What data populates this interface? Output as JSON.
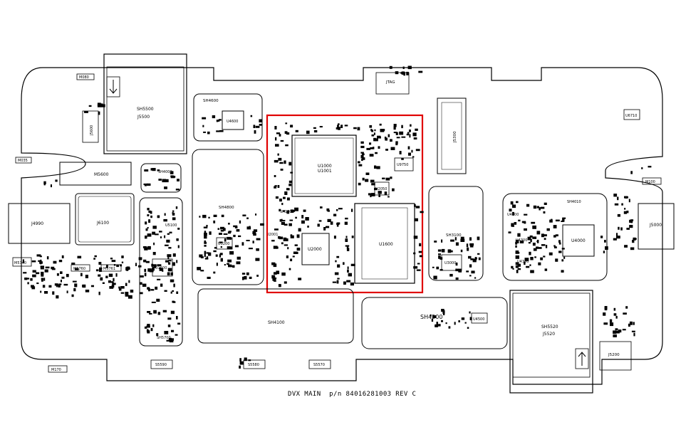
{
  "caption": "DVX MAIN  p/n 84016281003 REV C",
  "highlight_color": "#e00000",
  "labels": {
    "SH5500": "SH5500",
    "J5500": "J5500",
    "J5600": "J5600",
    "SH4600": "SH4600",
    "U4600": "U4600",
    "M5600": "M5600",
    "SH4000": "SH4000",
    "J4990": "J4990",
    "J6100": "J6100",
    "SH4800": "SH4800",
    "U3200": "U3200",
    "U1000": "U1000",
    "U1001": "U1001",
    "U9750": "U9750",
    "U2050": "U2050",
    "SH1000": "SH1000",
    "U2000": "U2000",
    "U1600": "U1600",
    "U2001": "U2001",
    "J5300": "J5300",
    "JTAG": "JTAG",
    "SH3100": "SH3100",
    "U3000": "U3000",
    "U4200": "U4200",
    "SH4010": "SH4010",
    "U4300": "U4300",
    "U4000": "U4000",
    "U4350": "U4350",
    "J5000": "J5000",
    "SH4100": "SH4100",
    "SH4500": "SH4500",
    "U4500": "U4500",
    "SH5520": "SH5520",
    "J5520": "J5520",
    "J5200": "J5200",
    "U1500": "U1500",
    "U5100": "U5100",
    "SH5700": "SH5700",
    "S5590": "S5590",
    "S5580": "S5580",
    "S5570": "S5570",
    "M5740": "M5740",
    "M5760": "M5760",
    "M5761": "M5761",
    "M080": "M080",
    "M035": "M035",
    "M170": "M170",
    "M100": "M100",
    "U6710": "U6710"
  }
}
